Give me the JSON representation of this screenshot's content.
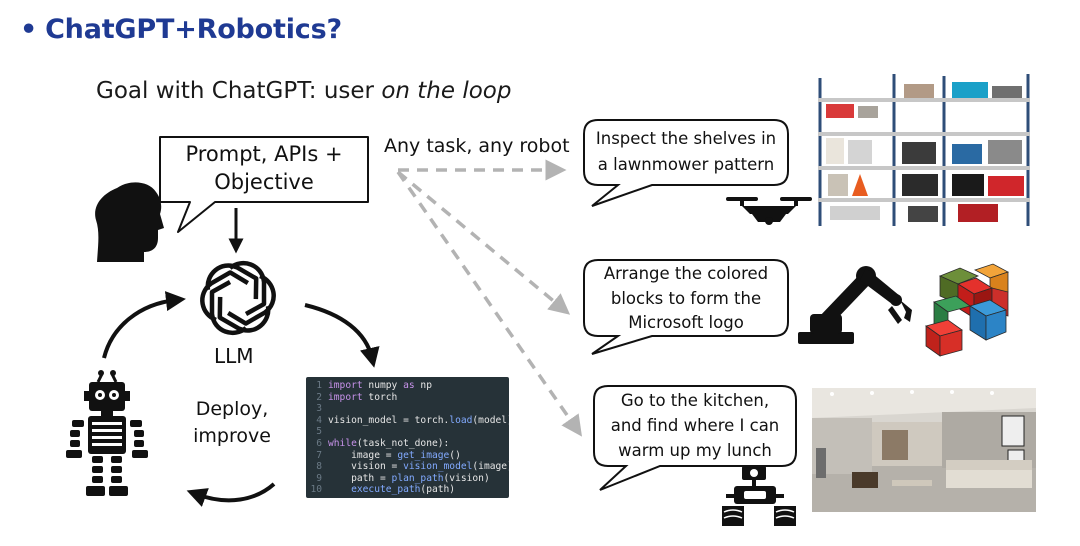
{
  "slide": {
    "bullet": "•",
    "title": "ChatGPT+Robotics?",
    "goal_prefix": "Goal with ChatGPT: user ",
    "goal_emphasis": "on the loop"
  },
  "prompt_bubble": {
    "line1": "Prompt, APIs +",
    "line2": "Objective"
  },
  "llm_label": "LLM",
  "any_task_label": "Any task, any robot",
  "deploy_label": {
    "line1": "Deploy,",
    "line2": "improve"
  },
  "tasks": [
    {
      "line1": "Inspect the shelves in",
      "line2": "a lawnmower pattern",
      "line3": ""
    },
    {
      "line1": "Arrange the colored",
      "line2": "blocks to form the",
      "line3": "Microsoft logo"
    },
    {
      "line1": "Go to the kitchen,",
      "line2": "and find where I can",
      "line3": "warm up my lunch"
    }
  ],
  "code": {
    "lines": [
      {
        "n": "1",
        "kw": "import",
        "rest": " numpy ",
        "kw2": "as",
        "rest2": " np"
      },
      {
        "n": "2",
        "kw": "import",
        "rest": " torch",
        "kw2": "",
        "rest2": ""
      },
      {
        "n": "3",
        "kw": "",
        "rest": "",
        "kw2": "",
        "rest2": ""
      },
      {
        "n": "4",
        "kw": "",
        "rest": "vision_model = torch.",
        "fn": "load",
        "rest2": "(model)"
      },
      {
        "n": "5",
        "kw": "",
        "rest": "",
        "kw2": "",
        "rest2": ""
      },
      {
        "n": "6",
        "kw": "while",
        "rest": "(task_not_done):",
        "kw2": "",
        "rest2": ""
      },
      {
        "n": "7",
        "pre": "    image = ",
        "fn": "get_image",
        "rest2": "()"
      },
      {
        "n": "8",
        "pre": "    vision = ",
        "fn": "vision_model",
        "rest2": "(image)"
      },
      {
        "n": "9",
        "pre": "    path = ",
        "fn": "plan_path",
        "rest2": "(vision)"
      },
      {
        "n": "10",
        "pre": "    ",
        "fn": "execute_path",
        "rest2": "(path)"
      }
    ]
  },
  "colors": {
    "title": "#1f3a93",
    "arrow_dashed": "#b3b3b3",
    "code_bg": "#263238"
  },
  "icons": {
    "user": "person-silhouette-icon",
    "llm": "openai-logo-icon",
    "robot": "humanoid-robot-icon",
    "drone": "drone-icon",
    "arm": "robot-arm-icon",
    "wheeled_robot": "wheeled-robot-icon"
  }
}
